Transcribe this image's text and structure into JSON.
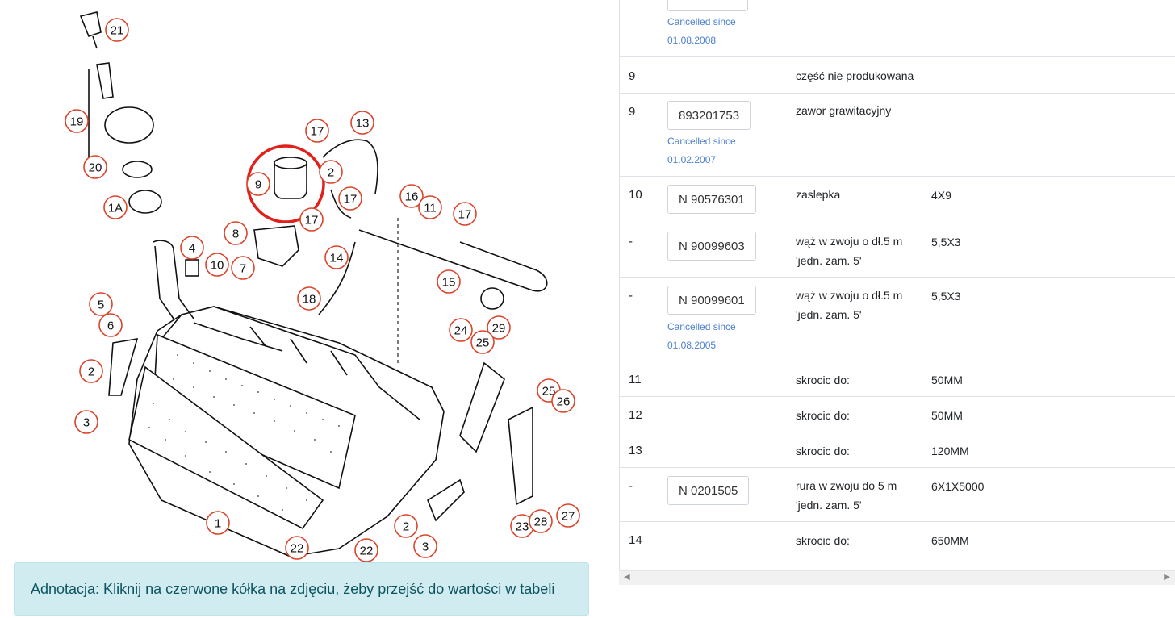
{
  "diagram": {
    "callouts": [
      "21",
      "19",
      "20",
      "1A",
      "13",
      "17",
      "2",
      "9",
      "17",
      "17",
      "16",
      "11",
      "17",
      "8",
      "4",
      "10",
      "7",
      "14",
      "15",
      "5",
      "6",
      "18",
      "29",
      "24",
      "25",
      "2",
      "3",
      "25",
      "26",
      "1",
      "22",
      "22",
      "2",
      "3",
      "23",
      "28",
      "27"
    ]
  },
  "annotation": "Adnotacja: Kliknij na czerwone kółka na zdjęciu, żeby przejść do wartości w tabeli",
  "table": {
    "rows": [
      {
        "num": "",
        "part": "",
        "cancelled": "Cancelled since",
        "cancelled_date": "01.08.2008",
        "desc": "",
        "size": ""
      },
      {
        "num": "9",
        "part": "",
        "cancelled": "",
        "cancelled_date": "",
        "desc": "część nie produkowana",
        "size": ""
      },
      {
        "num": "9",
        "part": "893201753",
        "cancelled": "Cancelled since",
        "cancelled_date": "01.02.2007",
        "desc": "zawor grawitacyjny",
        "size": ""
      },
      {
        "num": "10",
        "part": "N 90576301",
        "cancelled": "",
        "cancelled_date": "",
        "desc": "zaslepka",
        "size": "4X9"
      },
      {
        "num": "-",
        "part": "N 90099603",
        "cancelled": "",
        "cancelled_date": "",
        "desc": "wąż w zwoju o dł.5 m",
        "desc2": "'jedn. zam. 5'",
        "size": "5,5X3"
      },
      {
        "num": "-",
        "part": "N 90099601",
        "cancelled": "Cancelled since",
        "cancelled_date": "01.08.2005",
        "desc": "wąż w zwoju o dł.5 m",
        "desc2": "'jedn. zam. 5'",
        "size": "5,5X3"
      },
      {
        "num": "11",
        "part": "",
        "cancelled": "",
        "cancelled_date": "",
        "desc": "skrocic do:",
        "size": "50MM"
      },
      {
        "num": "12",
        "part": "",
        "cancelled": "",
        "cancelled_date": "",
        "desc": "skrocic do:",
        "size": "50MM"
      },
      {
        "num": "13",
        "part": "",
        "cancelled": "",
        "cancelled_date": "",
        "desc": "skrocic do:",
        "size": "120MM"
      },
      {
        "num": "-",
        "part": "N 0201505",
        "cancelled": "",
        "cancelled_date": "",
        "desc": "rura w zwoju do 5 m",
        "desc2": "'jedn. zam. 5'",
        "size": "6X1X5000"
      },
      {
        "num": "14",
        "part": "",
        "cancelled": "",
        "cancelled_date": "",
        "desc": "skrocic do:",
        "size": "650MM"
      }
    ]
  },
  "colors": {
    "callout": "#d9452b",
    "highlight": "#e0201a",
    "cancelled": "#4a7fd1",
    "alert_bg": "#d1ecf1",
    "alert_text": "#0c5460"
  }
}
